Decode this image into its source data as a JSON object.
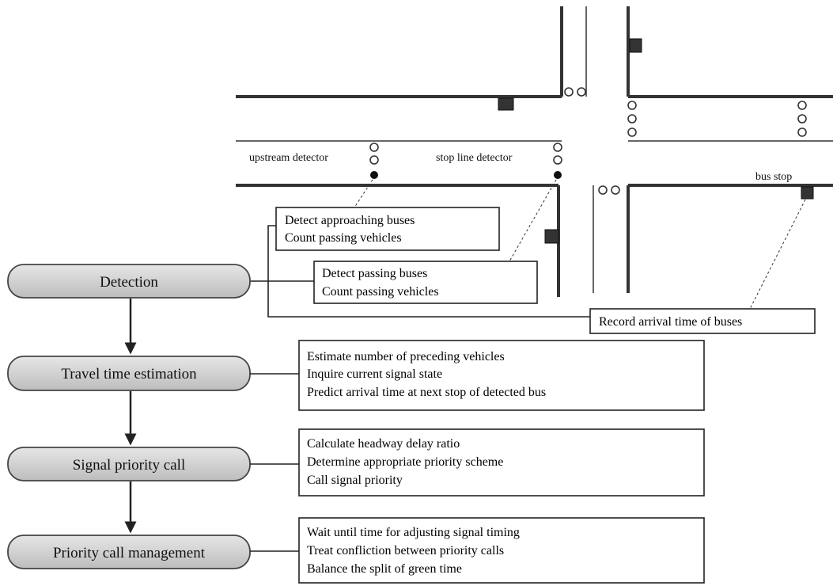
{
  "intersection": {
    "upstream_detector_label": "upstream detector",
    "stop_line_detector_label": "stop line detector",
    "bus_stop_label": "bus stop"
  },
  "callouts": {
    "upstream": [
      "Detect  approaching buses",
      "Count passing vehicles"
    ],
    "stop_line": [
      "Detect  passing buses",
      "Count passing vehicles"
    ],
    "bus_stop": [
      "Record arrival time of buses"
    ]
  },
  "steps": [
    {
      "label": "Detection",
      "details": []
    },
    {
      "label": "Travel time estimation",
      "details": [
        "Estimate number of preceding vehicles",
        "Inquire current signal state",
        "Predict arrival time at next stop of detected bus"
      ]
    },
    {
      "label": "Signal priority call",
      "details": [
        "Calculate headway delay ratio",
        "Determine appropriate priority scheme",
        "Call signal priority"
      ]
    },
    {
      "label": "Priority call management",
      "details": [
        "Wait until time for adjusting signal timing",
        "Treat confliction between priority calls",
        "Balance the split of green time"
      ]
    }
  ]
}
